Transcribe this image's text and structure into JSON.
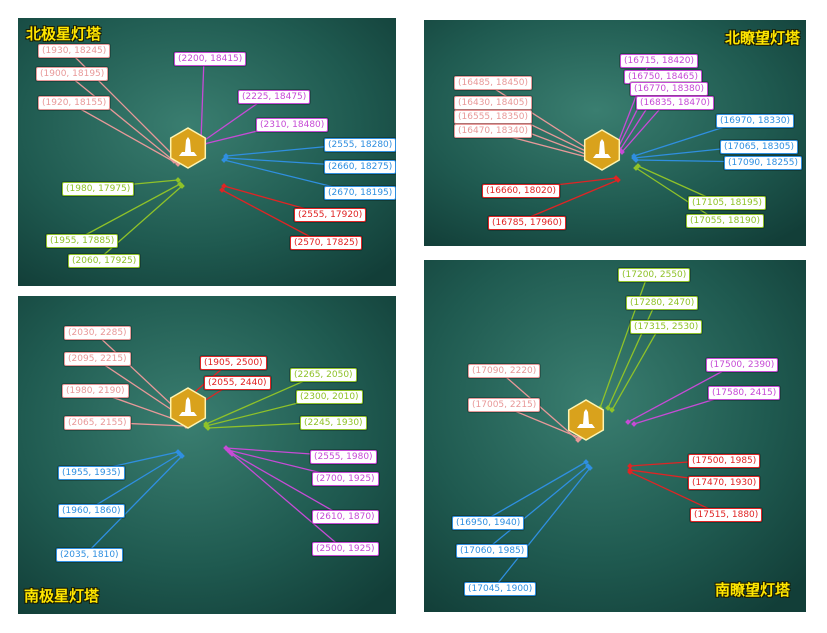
{
  "colors": {
    "pink": "#e89999",
    "magenta": "#c64bd6",
    "blue": "#2f8fe0",
    "green": "#8fc229",
    "red": "#e02424",
    "title": "#ffe600",
    "tower": "#d9a21c"
  },
  "panels": [
    {
      "title": "北极星灯塔",
      "labels": [
        {
          "text": "(1930, 18245)",
          "color": "pink"
        },
        {
          "text": "(1900, 18195)",
          "color": "pink"
        },
        {
          "text": "(1920, 18155)",
          "color": "pink"
        },
        {
          "text": "(2200, 18415)",
          "color": "magenta"
        },
        {
          "text": "(2225, 18475)",
          "color": "magenta"
        },
        {
          "text": "(2310, 18480)",
          "color": "magenta"
        },
        {
          "text": "(2555, 18280)",
          "color": "blue"
        },
        {
          "text": "(2660, 18275)",
          "color": "blue"
        },
        {
          "text": "(2670, 18195)",
          "color": "blue"
        },
        {
          "text": "(1980, 17975)",
          "color": "green"
        },
        {
          "text": "(1955, 17885)",
          "color": "green"
        },
        {
          "text": "(2060, 17925)",
          "color": "green"
        },
        {
          "text": "(2555, 17920)",
          "color": "red"
        },
        {
          "text": "(2570, 17825)",
          "color": "red"
        }
      ]
    },
    {
      "title": "北瞭望灯塔",
      "labels": [
        {
          "text": "(16485, 18450)",
          "color": "pink"
        },
        {
          "text": "(16430, 18405)",
          "color": "pink"
        },
        {
          "text": "(16555, 18350)",
          "color": "pink"
        },
        {
          "text": "(16470, 18340)",
          "color": "pink"
        },
        {
          "text": "(16715, 18420)",
          "color": "magenta"
        },
        {
          "text": "(16750, 18465)",
          "color": "magenta"
        },
        {
          "text": "(16770, 18380)",
          "color": "magenta"
        },
        {
          "text": "(16835, 18470)",
          "color": "magenta"
        },
        {
          "text": "(16970, 18330)",
          "color": "blue"
        },
        {
          "text": "(17065, 18305)",
          "color": "blue"
        },
        {
          "text": "(17090, 18255)",
          "color": "blue"
        },
        {
          "text": "(16660, 18020)",
          "color": "red"
        },
        {
          "text": "(16785, 17960)",
          "color": "red"
        },
        {
          "text": "(17105, 18195)",
          "color": "green"
        },
        {
          "text": "(17055, 18190)",
          "color": "green"
        }
      ]
    },
    {
      "title": "南极星灯塔",
      "labels": [
        {
          "text": "(2030, 2285)",
          "color": "pink"
        },
        {
          "text": "(2095, 2215)",
          "color": "pink"
        },
        {
          "text": "(1980, 2190)",
          "color": "pink"
        },
        {
          "text": "(2065, 2155)",
          "color": "pink"
        },
        {
          "text": "(1905, 2500)",
          "color": "red"
        },
        {
          "text": "(2055, 2440)",
          "color": "red"
        },
        {
          "text": "(2265, 2050)",
          "color": "green"
        },
        {
          "text": "(2300, 2010)",
          "color": "green"
        },
        {
          "text": "(2245, 1930)",
          "color": "green"
        },
        {
          "text": "(2555, 1980)",
          "color": "magenta"
        },
        {
          "text": "(2700, 1925)",
          "color": "magenta"
        },
        {
          "text": "(2610, 1870)",
          "color": "magenta"
        },
        {
          "text": "(2500, 1925)",
          "color": "magenta"
        },
        {
          "text": "(1955, 1935)",
          "color": "blue"
        },
        {
          "text": "(1960, 1860)",
          "color": "blue"
        },
        {
          "text": "(2035, 1810)",
          "color": "blue"
        }
      ]
    },
    {
      "title": "南瞭望灯塔",
      "labels": [
        {
          "text": "(17200, 2550)",
          "color": "green"
        },
        {
          "text": "(17280, 2470)",
          "color": "green"
        },
        {
          "text": "(17315, 2530)",
          "color": "green"
        },
        {
          "text": "(17500, 2390)",
          "color": "magenta"
        },
        {
          "text": "(17580, 2415)",
          "color": "magenta"
        },
        {
          "text": "(17090, 2220)",
          "color": "pink"
        },
        {
          "text": "(17005, 2215)",
          "color": "pink"
        },
        {
          "text": "(17500, 1985)",
          "color": "red"
        },
        {
          "text": "(17470, 1930)",
          "color": "red"
        },
        {
          "text": "(17515, 1880)",
          "color": "red"
        },
        {
          "text": "(16950, 1940)",
          "color": "blue"
        },
        {
          "text": "(17060, 1985)",
          "color": "blue"
        },
        {
          "text": "(17045, 1900)",
          "color": "blue"
        }
      ]
    }
  ]
}
